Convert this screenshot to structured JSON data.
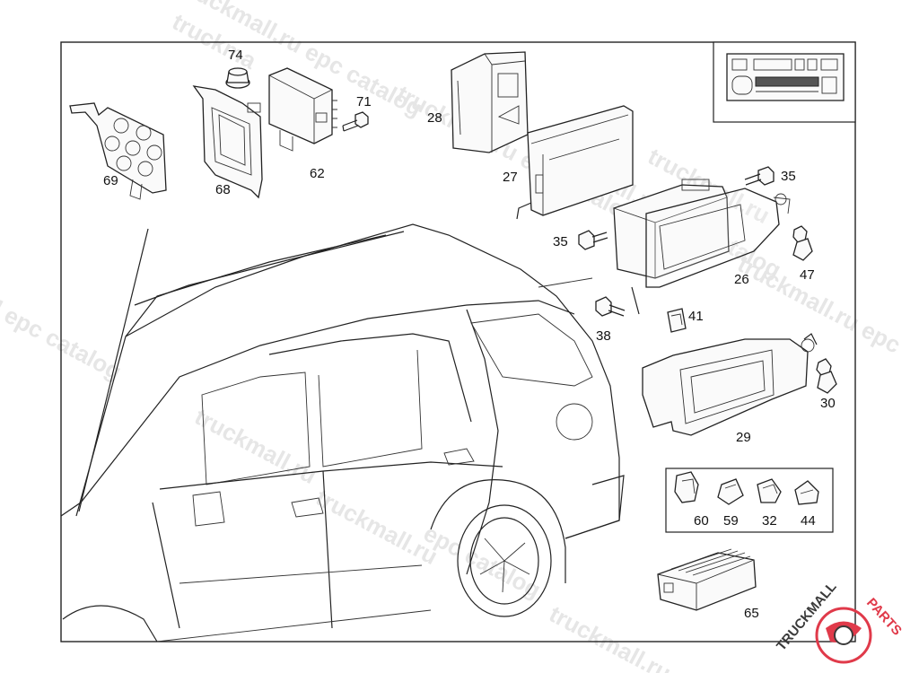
{
  "watermark": {
    "text_a": "truckmall.ru epc catalog",
    "text_b": "truckmall.ru epc catalog",
    "text_c": "l epc catalog",
    "text_d": "truckmall.ru",
    "text_e": "truckmall.ru epc catalog",
    "text_f": "truckmall.ru epc",
    "text_g": "truckmall.ru",
    "text_h": "truckmall.ru",
    "text_i": "epc catalog",
    "text_j": "truckmall.ru",
    "text_k": "truckma"
  },
  "logo": {
    "text_dark": "TRUCKMALL",
    "text_red": "PARTS",
    "color_red": "#e03a4a",
    "color_dark": "#3a3a3a"
  },
  "callouts": {
    "p74": "74",
    "p71": "71",
    "p62": "62",
    "p68": "68",
    "p69": "69",
    "p28": "28",
    "p27": "27",
    "p35a": "35",
    "p35b": "35",
    "p47": "47",
    "p26": "26",
    "p38": "38",
    "p41": "41",
    "p30": "30",
    "p29": "29",
    "p60": "60",
    "p59": "59",
    "p32": "32",
    "p44": "44",
    "p65": "65"
  },
  "radio_inset": {
    "icon": "car-radio-icon"
  }
}
